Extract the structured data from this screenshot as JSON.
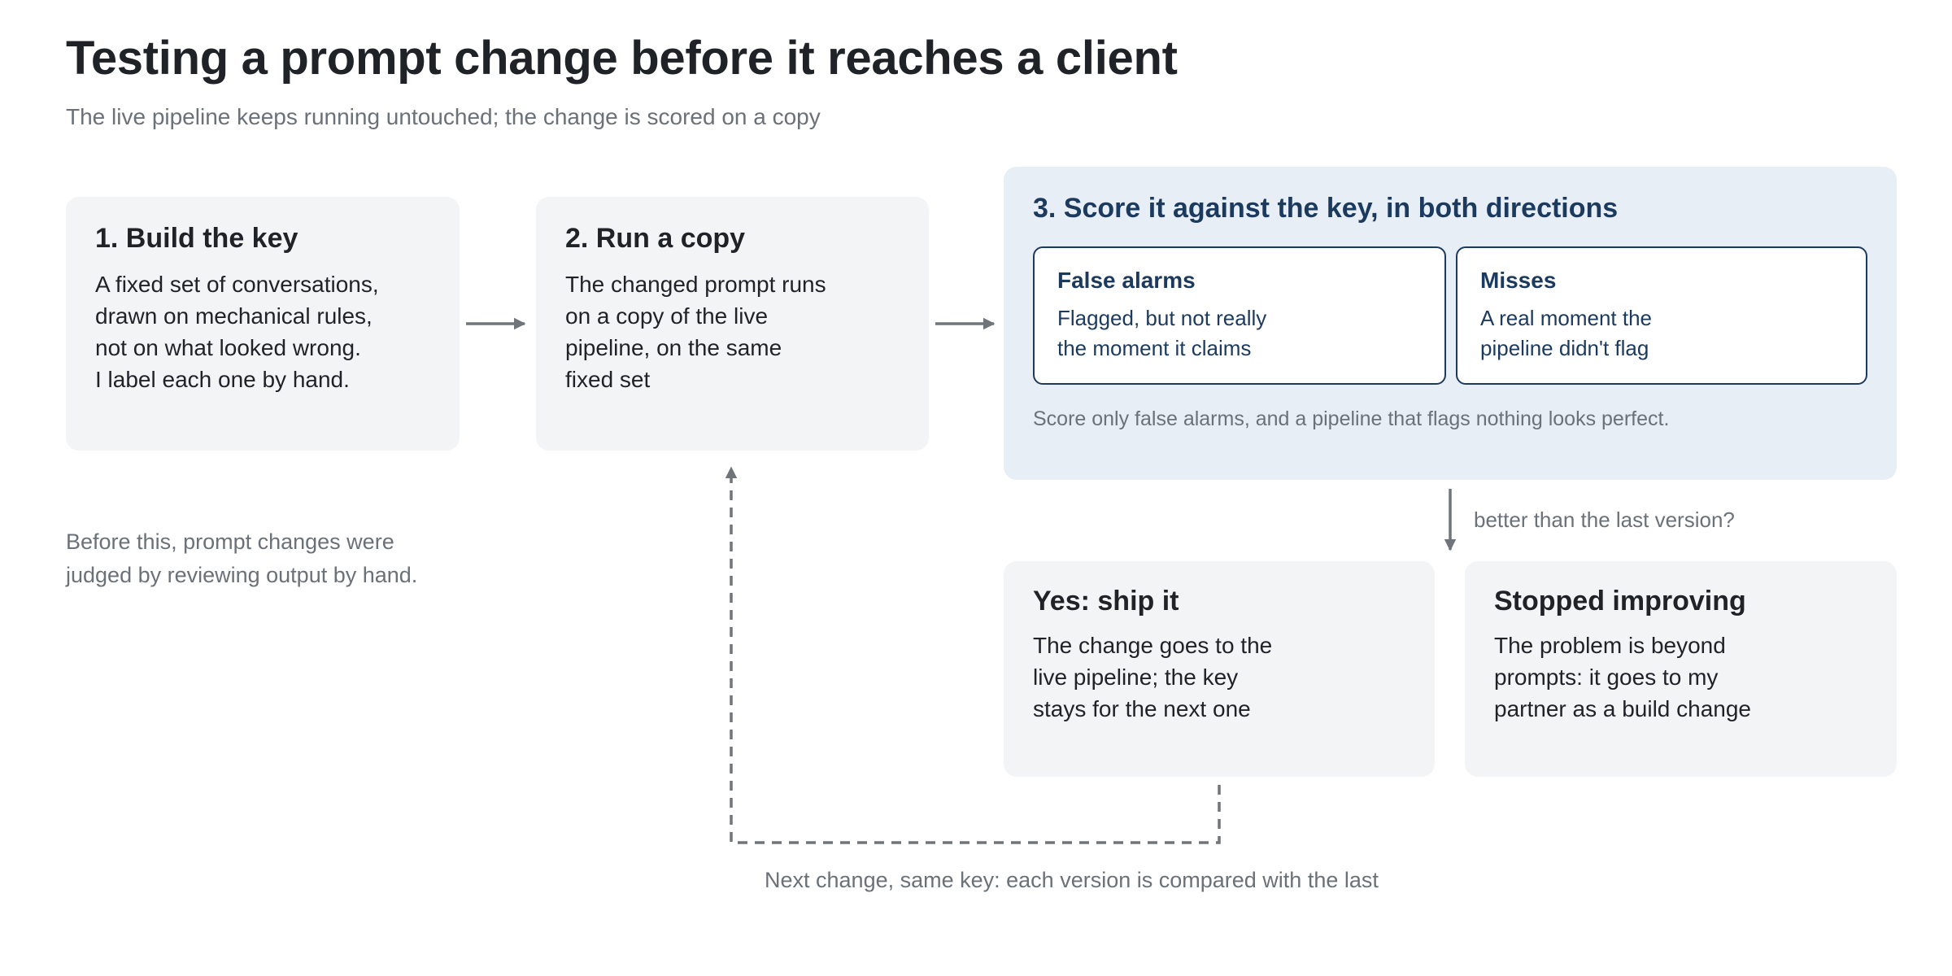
{
  "title": "Testing a prompt change before it reaches a client",
  "subtitle": "The live pipeline keeps running untouched; the change is scored on a copy",
  "step1": {
    "title": "1. Build the key",
    "body": "A fixed set of conversations,\ndrawn on mechanical rules,\nnot on what looked wrong.\nI label each one by hand."
  },
  "step2": {
    "title": "2. Run a copy",
    "body": "The changed prompt runs\non a copy of the live\npipeline, on the same\nfixed set"
  },
  "step3": {
    "title": "3. Score it against the key, in both directions",
    "false_alarms": {
      "title": "False alarms",
      "body": "Flagged, but not really\nthe moment it claims"
    },
    "misses": {
      "title": "Misses",
      "body": "A real moment the\npipeline didn't flag"
    },
    "note": "Score only false alarms, and a pipeline that flags nothing looks perfect."
  },
  "decision_label": "better than the last version?",
  "outcome_yes": {
    "title": "Yes: ship it",
    "body": "The change goes to the\nlive pipeline; the key\nstays for the next one"
  },
  "outcome_stopped": {
    "title": "Stopped improving",
    "body": "The problem is beyond\nprompts: it goes to my\npartner as a build change"
  },
  "before_note": "Before this, prompt changes were\njudged by reviewing output by hand.",
  "loop_note": "Next change, same key: each version is compared with the last",
  "colors": {
    "arrow": "#6f757b",
    "card_bg": "#f2f4f6",
    "highlight_bg": "#e7eef6",
    "navy": "#1c3a5e"
  }
}
